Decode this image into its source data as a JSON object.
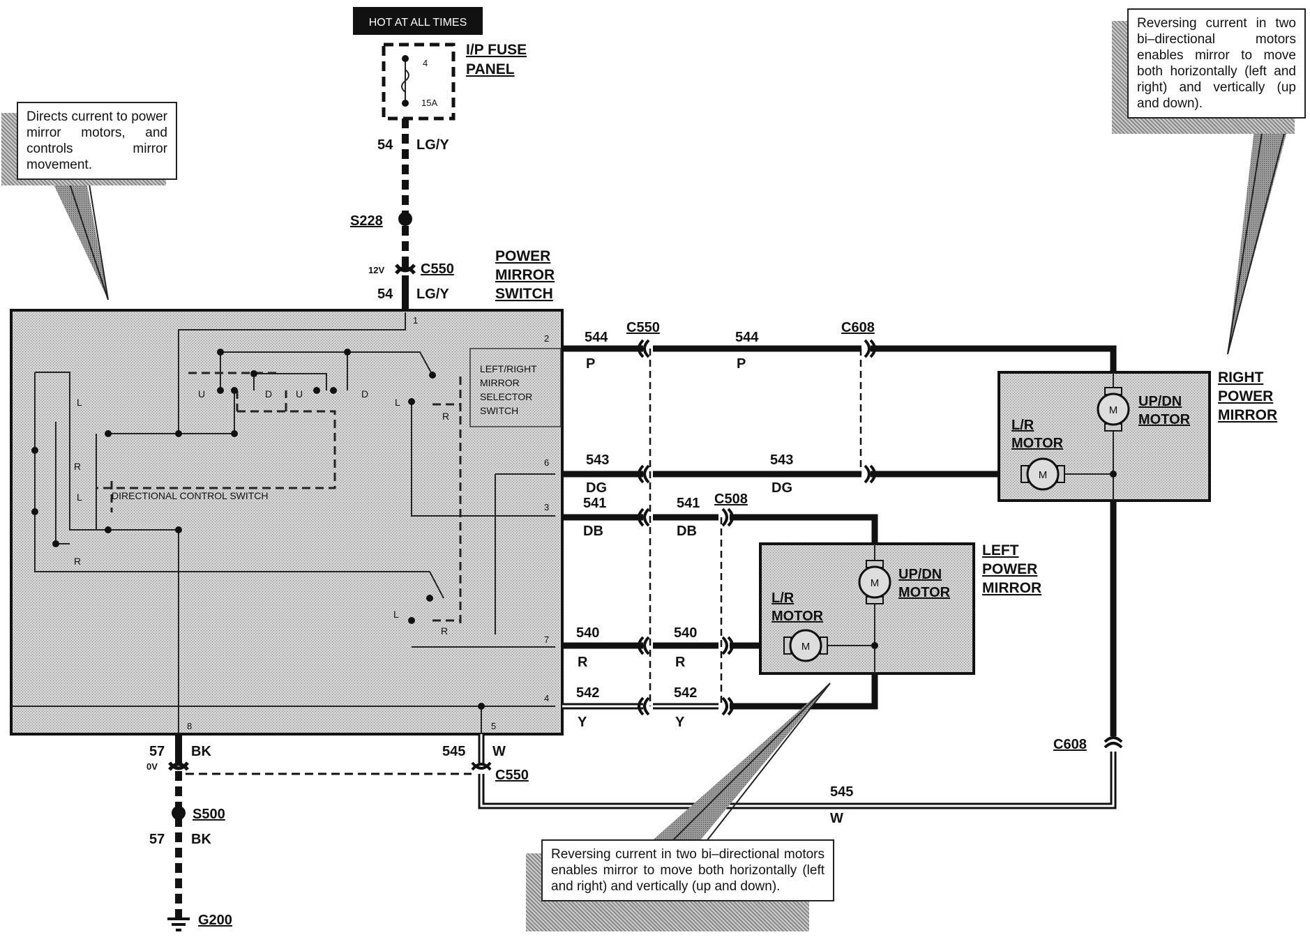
{
  "hot_label": "HOT AT ALL TIMES",
  "fuse_panel": {
    "title_line1": "I/P FUSE",
    "title_line2": "PANEL",
    "fuse_number": "4",
    "fuse_rating": "15A"
  },
  "feed": {
    "circuit_top": "54",
    "color_top": "LG/Y",
    "splice": "S228",
    "voltage": "12V",
    "connector": "C550",
    "circuit_bottom": "54",
    "color_bottom": "LG/Y"
  },
  "switch": {
    "title_line1": "POWER",
    "title_line2": "MIRROR",
    "title_line3": "SWITCH",
    "selector_label": [
      "LEFT/RIGHT",
      "MIRROR",
      "SELECTOR",
      "SWITCH"
    ],
    "directional_label": "DIRECTIONAL CONTROL SWITCH",
    "pins": [
      "1",
      "2",
      "6",
      "3",
      "7",
      "4",
      "8",
      "5"
    ],
    "contact_letters": [
      "U",
      "D",
      "U",
      "D",
      "L",
      "R",
      "L",
      "R",
      "L",
      "R",
      "L",
      "R"
    ]
  },
  "circuits": [
    {
      "num": "544",
      "color": "P"
    },
    {
      "num": "543",
      "color": "DG"
    },
    {
      "num": "541",
      "color": "DB"
    },
    {
      "num": "540",
      "color": "R"
    },
    {
      "num": "542",
      "color": "Y"
    }
  ],
  "connectors": {
    "c550": "C550",
    "c608_top": "C608",
    "c508": "C508",
    "c608_bottom": "C608",
    "c550_bottom": "C550"
  },
  "right_mirror": {
    "title": [
      "RIGHT",
      "POWER",
      "MIRROR"
    ],
    "updn_motor": [
      "UP/DN",
      "MOTOR"
    ],
    "lr_motor": [
      "L/R",
      "MOTOR"
    ],
    "motor_symbol": "M"
  },
  "left_mirror": {
    "title": [
      "LEFT",
      "POWER",
      "MIRROR"
    ],
    "updn_motor": [
      "UP/DN",
      "MOTOR"
    ],
    "lr_motor": [
      "L/R",
      "MOTOR"
    ],
    "motor_symbol": "M"
  },
  "ground": {
    "circuit_top": "57",
    "color_top": "BK",
    "voltage": "0V",
    "splice": "S500",
    "circuit_bottom": "57",
    "color_bottom": "BK",
    "ground_point": "G200"
  },
  "return_wire": {
    "num_left": "545",
    "color_left": "W",
    "num_right": "545",
    "color_right": "W"
  },
  "callouts": {
    "left": "Directs current to power mirror motors, and controls mirror movement.",
    "right": "Reversing current in two bi–directional motors enables mirror to move both horizontally (left and right) and vertically (up and down).",
    "bottom": "Reversing current in two bi–directional motors enables mirror to move both horizontally (left and right) and vertically (up and down)."
  }
}
